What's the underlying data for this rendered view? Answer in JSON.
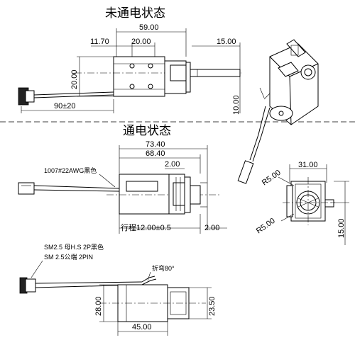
{
  "titles": {
    "unpowered": "未通电状态",
    "powered": "通电状态"
  },
  "view_unpowered": {
    "dim_total_length": "59.00",
    "dim_offset": "11.70",
    "dim_hole_spacing": "20.00",
    "dim_plunger": "15.00",
    "dim_height": "20.00",
    "dim_side": "10.00",
    "dim_wire": "90±20"
  },
  "view_powered": {
    "dim_total_length": "73.40",
    "dim_body_length": "68.40",
    "dim_small": "2.00",
    "wire_label": "1007#22AWG黑色",
    "stroke_label": "行程12.00±0.5",
    "dim_end": "2.00"
  },
  "view_end": {
    "dim_width": "31.00",
    "radius_top": "R5.00",
    "radius_bottom": "R5.00",
    "dim_height": "15.00"
  },
  "view_bottom": {
    "connector_line1": "SM2.5 母H.S 2P黑色",
    "connector_line2": "SM 2.5公端 2PIN",
    "bend_label": "折弯80°",
    "dim_length": "45.00",
    "dim_height_left": "28.00",
    "dim_height_right": "23.50"
  }
}
